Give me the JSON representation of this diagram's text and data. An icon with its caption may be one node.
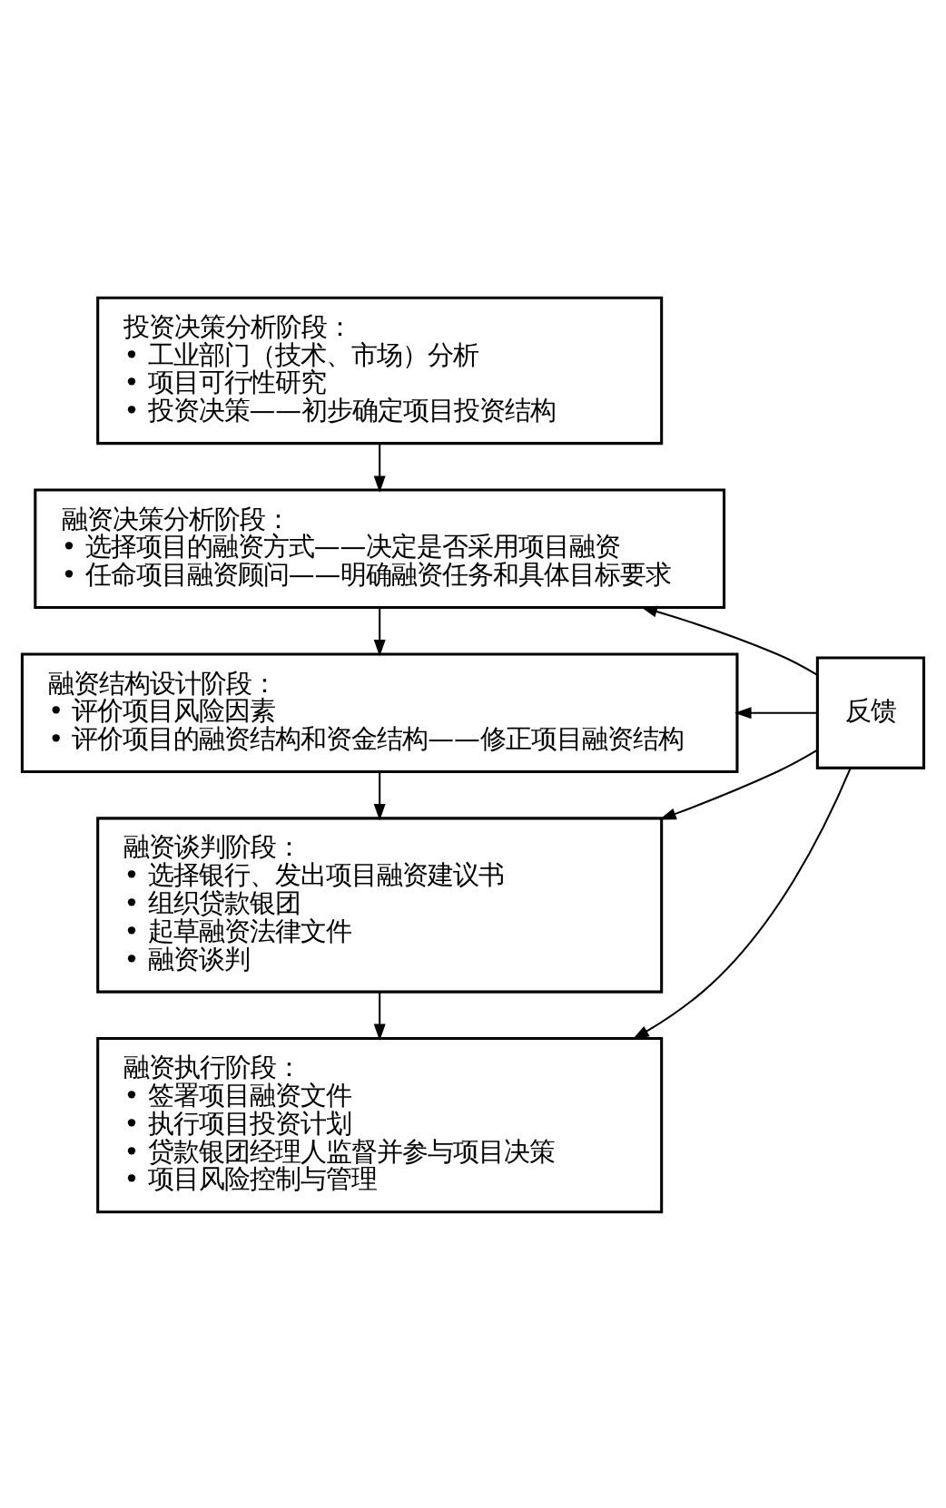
{
  "diagram": {
    "nodes": [
      {
        "text": [
          "投资决策分析阶段：",
          "• 工业部门（技术、市场）分析",
          "• 项目可行性研究",
          "• 投资决策——初步确定项目投资结构"
        ]
      },
      {
        "text": [
          "融资决策分析阶段：",
          "• 选择项目的融资方式——决定是否采用项目融资",
          "• 任命项目融资顾问——明确融资任务和具体目标要求"
        ]
      },
      {
        "text": [
          "融资结构设计阶段：",
          "• 评价项目风险因素",
          "• 评价项目的融资结构和资金结构——修正项目融资结构"
        ]
      },
      {
        "text": [
          "融资谈判阶段：",
          "• 选择银行、发出项目融资建议书",
          "• 组织贷款银团",
          "• 起草融资法律文件",
          "• 融资谈判"
        ]
      },
      {
        "text": [
          "融资执行阶段：",
          "• 签署项目融资文件",
          "• 执行项目投资计划",
          "• 贷款银团经理人监督并参与项目决策",
          "• 项目风险控制与管理"
        ]
      },
      {
        "text": [
          "反馈"
        ]
      }
    ],
    "edges": [
      {
        "from": 0,
        "to": 1,
        "arrow": "to"
      },
      {
        "from": 1,
        "to": 2,
        "arrow": "to"
      },
      {
        "from": 2,
        "to": 3,
        "arrow": "to"
      },
      {
        "from": 3,
        "to": 4,
        "arrow": "to"
      },
      {
        "from": 5,
        "to": 1,
        "arrow": "to"
      },
      {
        "from": 5,
        "to": 2,
        "arrow": "to"
      },
      {
        "from": 5,
        "to": 3,
        "arrow": "to"
      },
      {
        "from": 5,
        "to": 4,
        "arrow": "to"
      }
    ]
  }
}
